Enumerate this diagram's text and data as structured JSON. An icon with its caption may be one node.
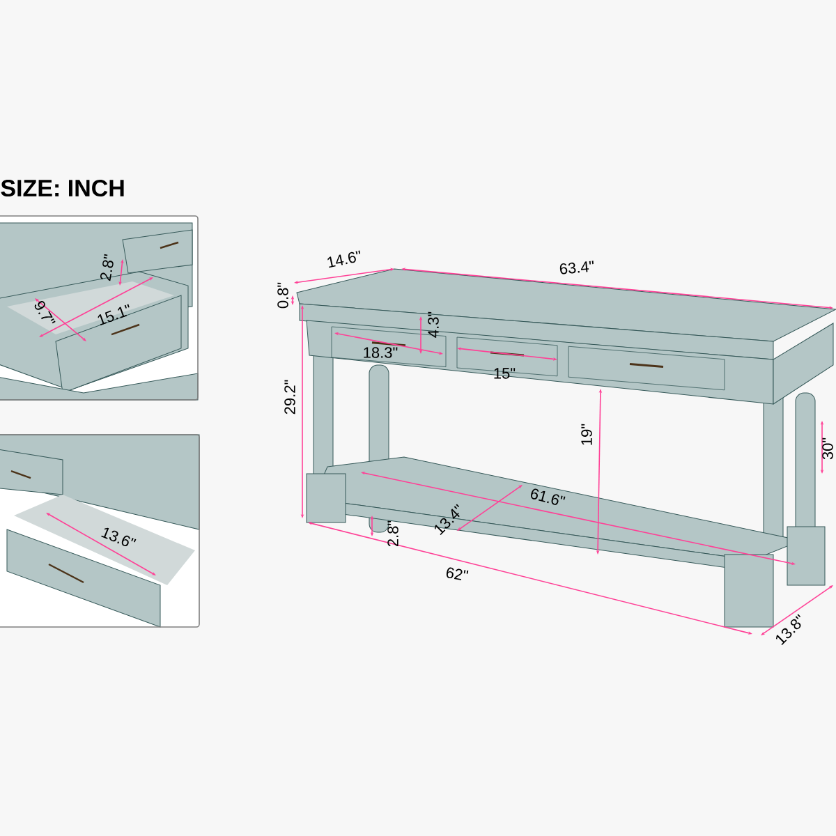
{
  "diagram": {
    "title": "SIZE: INCH",
    "labels": [
      "2.8\"",
      "9.7\"",
      "15.1\"",
      "13.6\"",
      "14.6\"",
      "63.4\"",
      "0.8\"",
      "4.3\"",
      "18.3\"",
      "15\"",
      "29.2\"",
      "19\"",
      "30\"",
      "61.6\"",
      "13.4\"",
      "2.8\"",
      "62\"",
      "13.8\""
    ]
  }
}
